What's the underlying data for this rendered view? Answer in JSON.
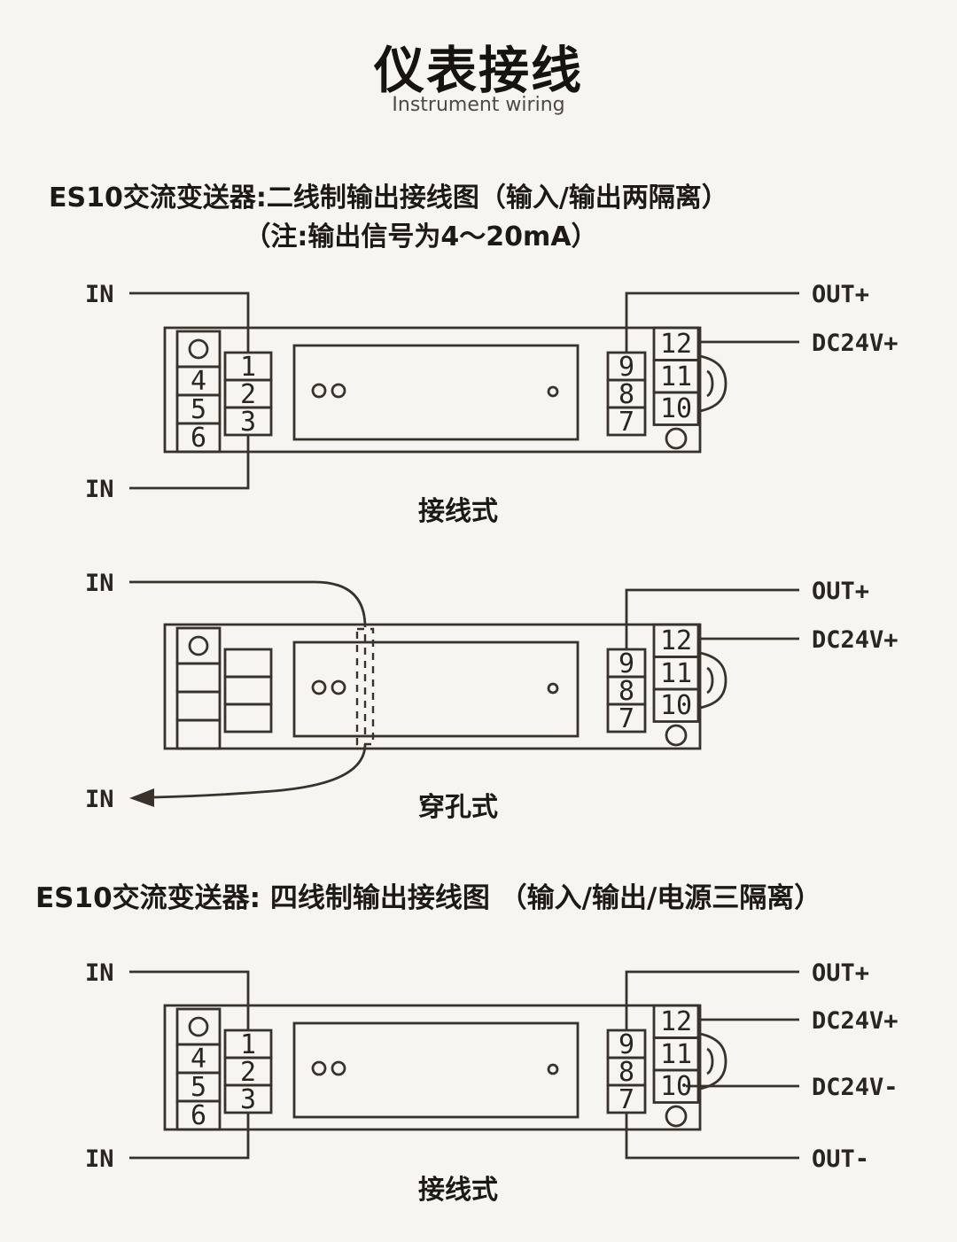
{
  "page": {
    "title": "仪表接线",
    "subtitle": "Instrument wiring"
  },
  "section1": {
    "heading_line1": "ES10交流变送器:二线制输出接线图（输入/输出两隔离）",
    "heading_line2": "（注:输出信号为4～20mA）"
  },
  "section2": {
    "heading": "ES10交流变送器: 四线制输出接线图 （输入/输出/电源三隔离）"
  },
  "diagram1": {
    "caption": "接线式",
    "in_top": "IN",
    "in_bottom": "IN",
    "out_plus": "OUT+",
    "dc24v_plus": "DC24V+",
    "terminals_left": [
      "4",
      "5",
      "6"
    ],
    "terminals_inner": [
      "1",
      "2",
      "3"
    ],
    "terminals_right_inner": [
      "9",
      "8",
      "7"
    ],
    "terminals_right_outer": [
      "12",
      "11",
      "10"
    ]
  },
  "diagram2": {
    "caption": "穿孔式",
    "in_top": "IN",
    "in_bottom": "IN",
    "out_plus": "OUT+",
    "dc24v_plus": "DC24V+",
    "terminals_right_inner": [
      "9",
      "8",
      "7"
    ],
    "terminals_right_outer": [
      "12",
      "11",
      "10"
    ]
  },
  "diagram3": {
    "caption": "接线式",
    "in_top": "IN",
    "in_bottom": "IN",
    "out_plus": "OUT+",
    "dc24v_plus": "DC24V+",
    "dc24v_minus": "DC24V-",
    "out_minus": "OUT-",
    "terminals_left": [
      "4",
      "5",
      "6"
    ],
    "terminals_inner": [
      "1",
      "2",
      "3"
    ],
    "terminals_right_inner": [
      "9",
      "8",
      "7"
    ],
    "terminals_right_outer": [
      "12",
      "11",
      "10"
    ]
  },
  "colors": {
    "background": "#f7f5f1",
    "line": "#38322b",
    "text": "#1d1915"
  }
}
